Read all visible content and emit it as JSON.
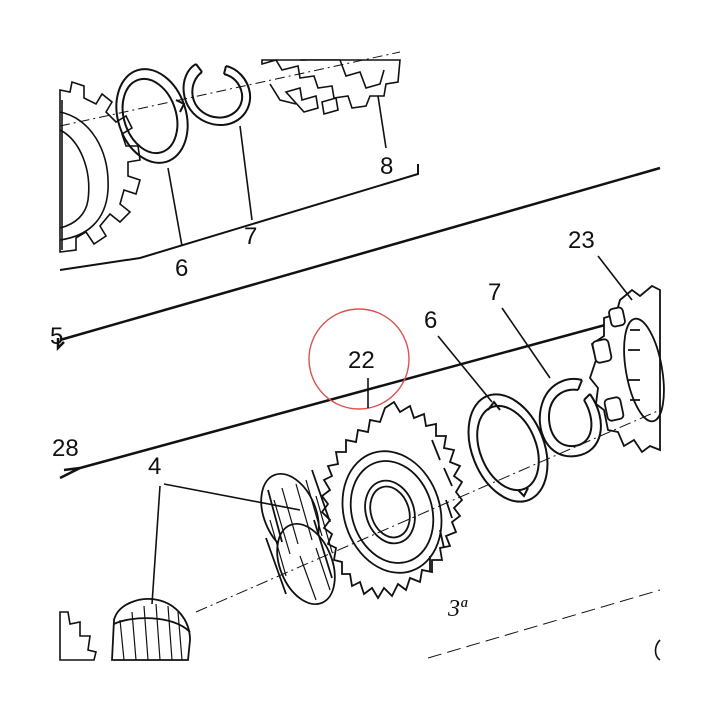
{
  "labels": {
    "top_6": "6",
    "top_7": "7",
    "top_8": "8",
    "left_5": "5",
    "left_28": "28",
    "part_22": "22",
    "part_6": "6",
    "part_7": "7",
    "part_23": "23",
    "part_4": "4",
    "gear_marking": "3ª"
  },
  "colors": {
    "line": "#111111",
    "highlight_circle": "#d9534f"
  }
}
